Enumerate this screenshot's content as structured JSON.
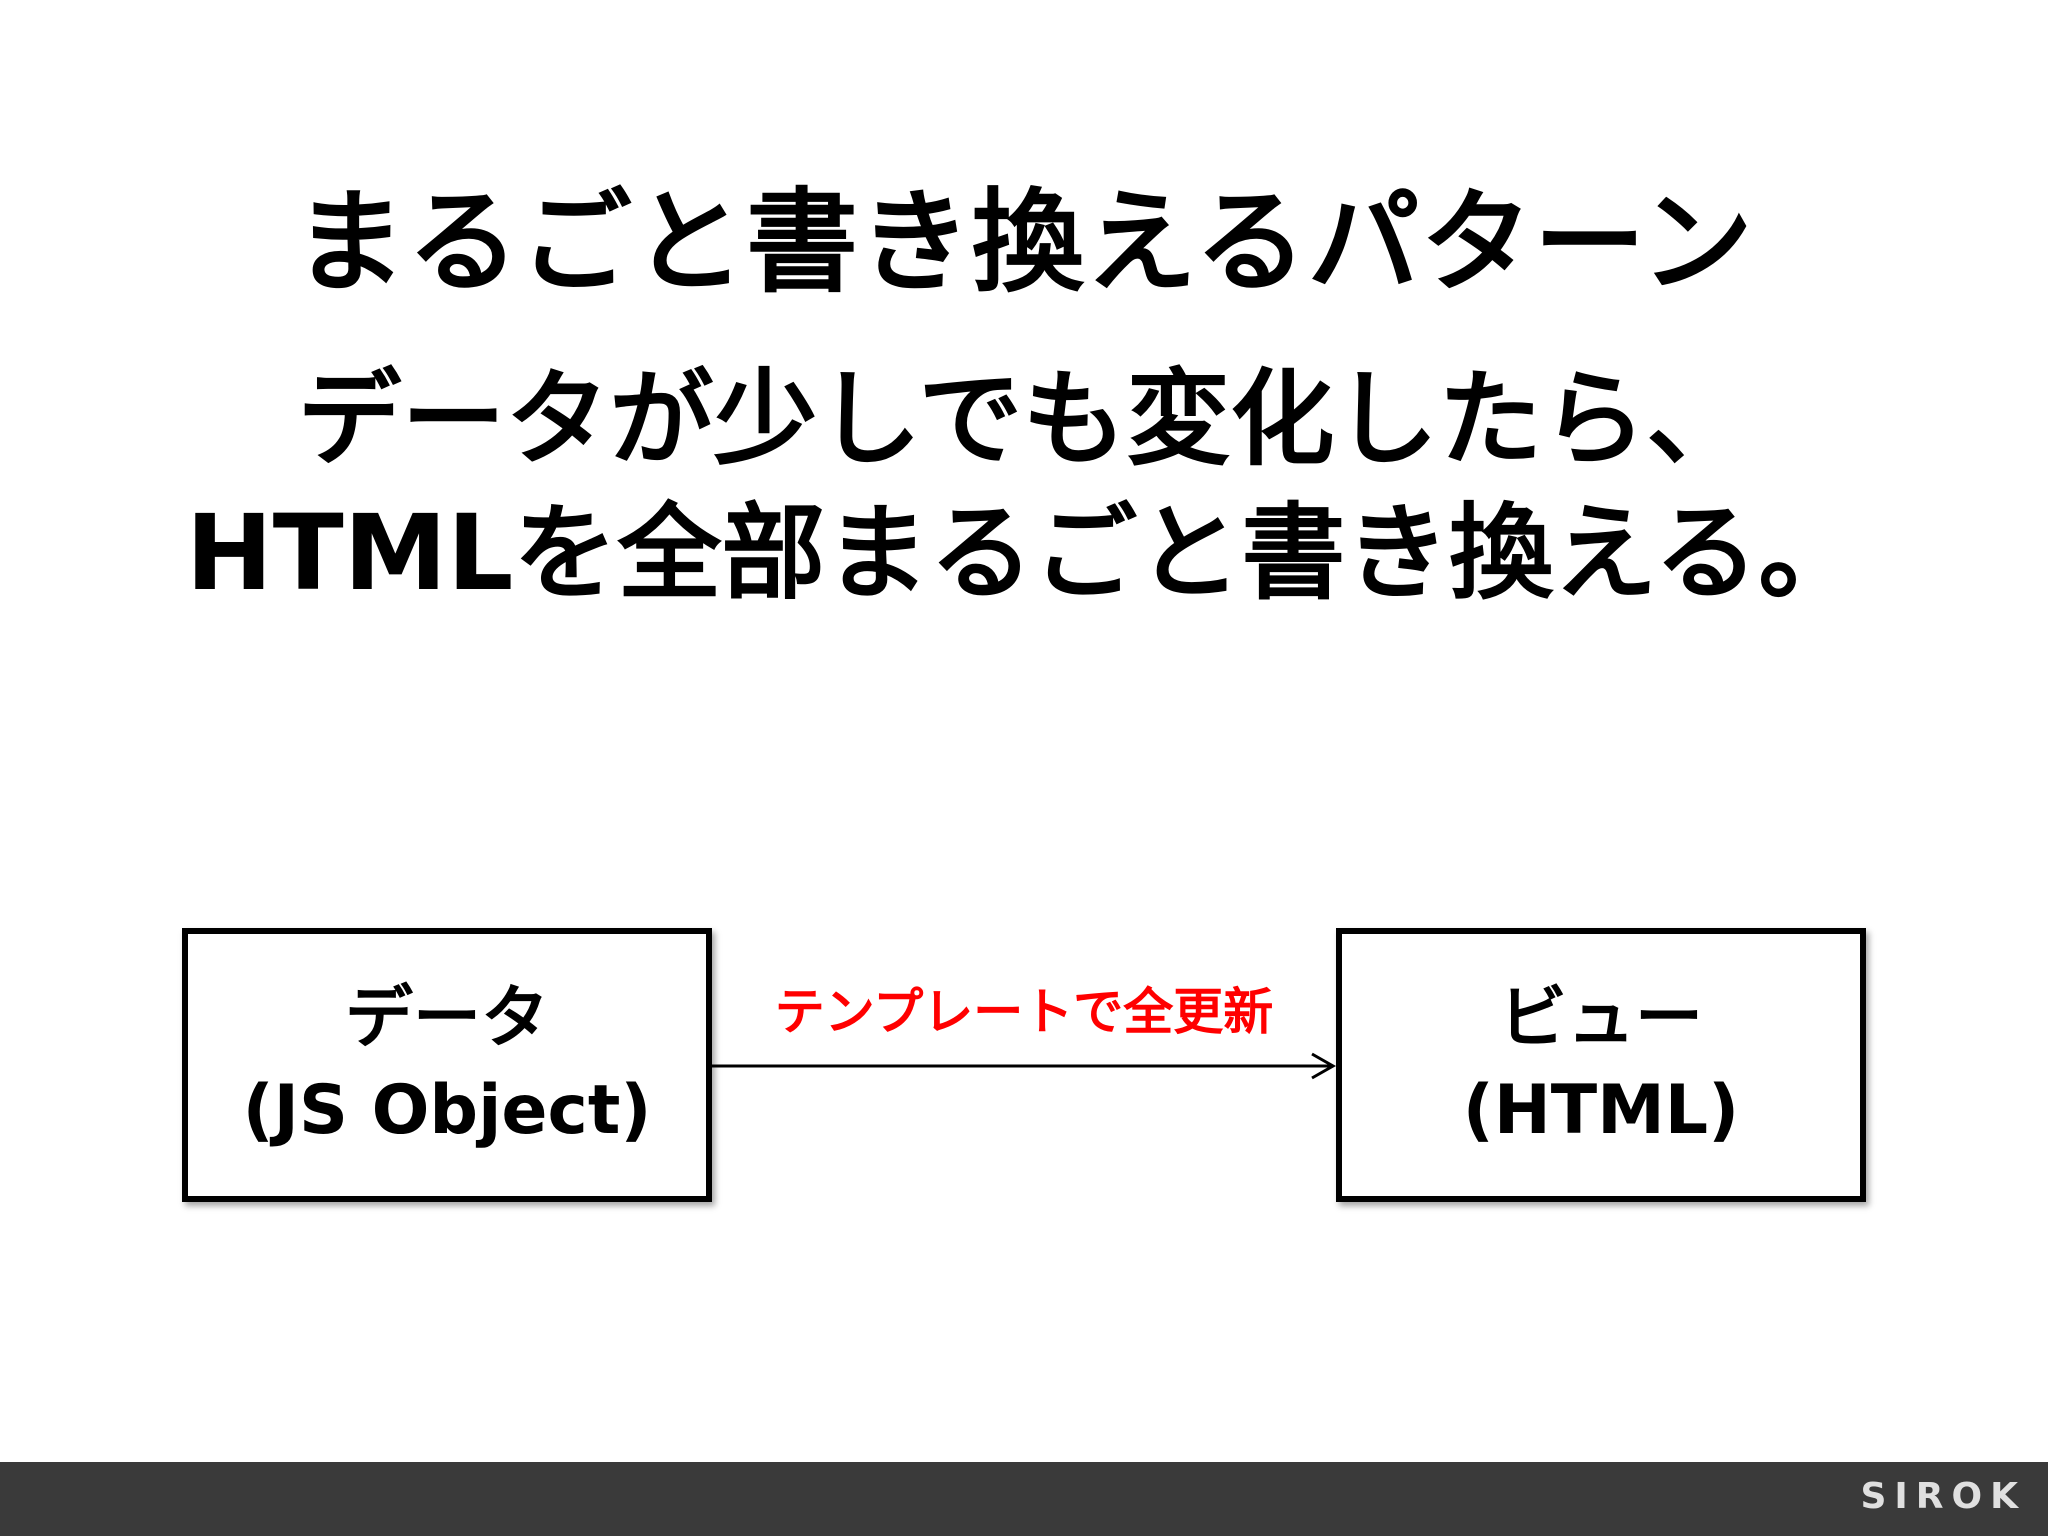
{
  "title": "まるごと書き換えるパターン",
  "subtitle": {
    "line1": "データが少しでも変化したら、",
    "line2": "HTMLを全部まるごと書き換える。"
  },
  "diagram": {
    "data_box": {
      "line1": "データ",
      "line2": "(JS Object)"
    },
    "view_box": {
      "line1": "ビュー",
      "line2": "(HTML)"
    },
    "arrow_label": "テンプレートで全更新",
    "arrow_label_color": "#ff0000"
  },
  "footer": {
    "logo": "SIROK",
    "background": "#3a3a3a"
  }
}
